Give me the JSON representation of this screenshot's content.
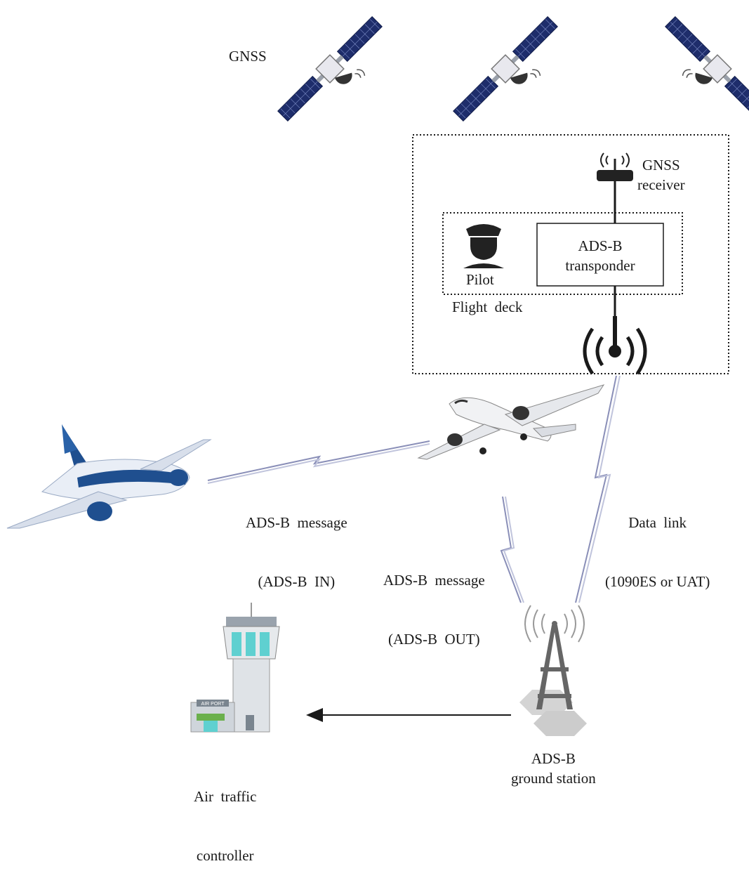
{
  "labels": {
    "gnss": "GNSS",
    "gnss_receiver": [
      "GNSS",
      "receiver"
    ],
    "transponder": [
      "ADS-B",
      "transponder"
    ],
    "pilot": "Pilot",
    "flight_deck": "Flight  deck",
    "msg_in": [
      "ADS-B  message",
      "(ADS-B  IN)"
    ],
    "msg_out": [
      "ADS-B  message",
      "(ADS-B  OUT)"
    ],
    "data_link": [
      "Data  link",
      "(1090ES or UAT)"
    ],
    "atc": [
      "Air  traffic",
      "controller"
    ],
    "ground_station": [
      "ADS-B",
      "ground station"
    ],
    "airport_sign": "AIR PORT"
  },
  "icons": [
    "satellite-icon",
    "gnss-receiver-icon",
    "pilot-icon",
    "antenna-icon",
    "airplane-icon",
    "control-tower-icon",
    "radio-tower-icon"
  ],
  "colors": {
    "solar_panel": "#1e2d6b",
    "link_wave": "#8a8fb8",
    "plane_blue": "#1f4f8f",
    "tower_glass": "#5fd0d0",
    "ink": "#1a1a1a"
  }
}
